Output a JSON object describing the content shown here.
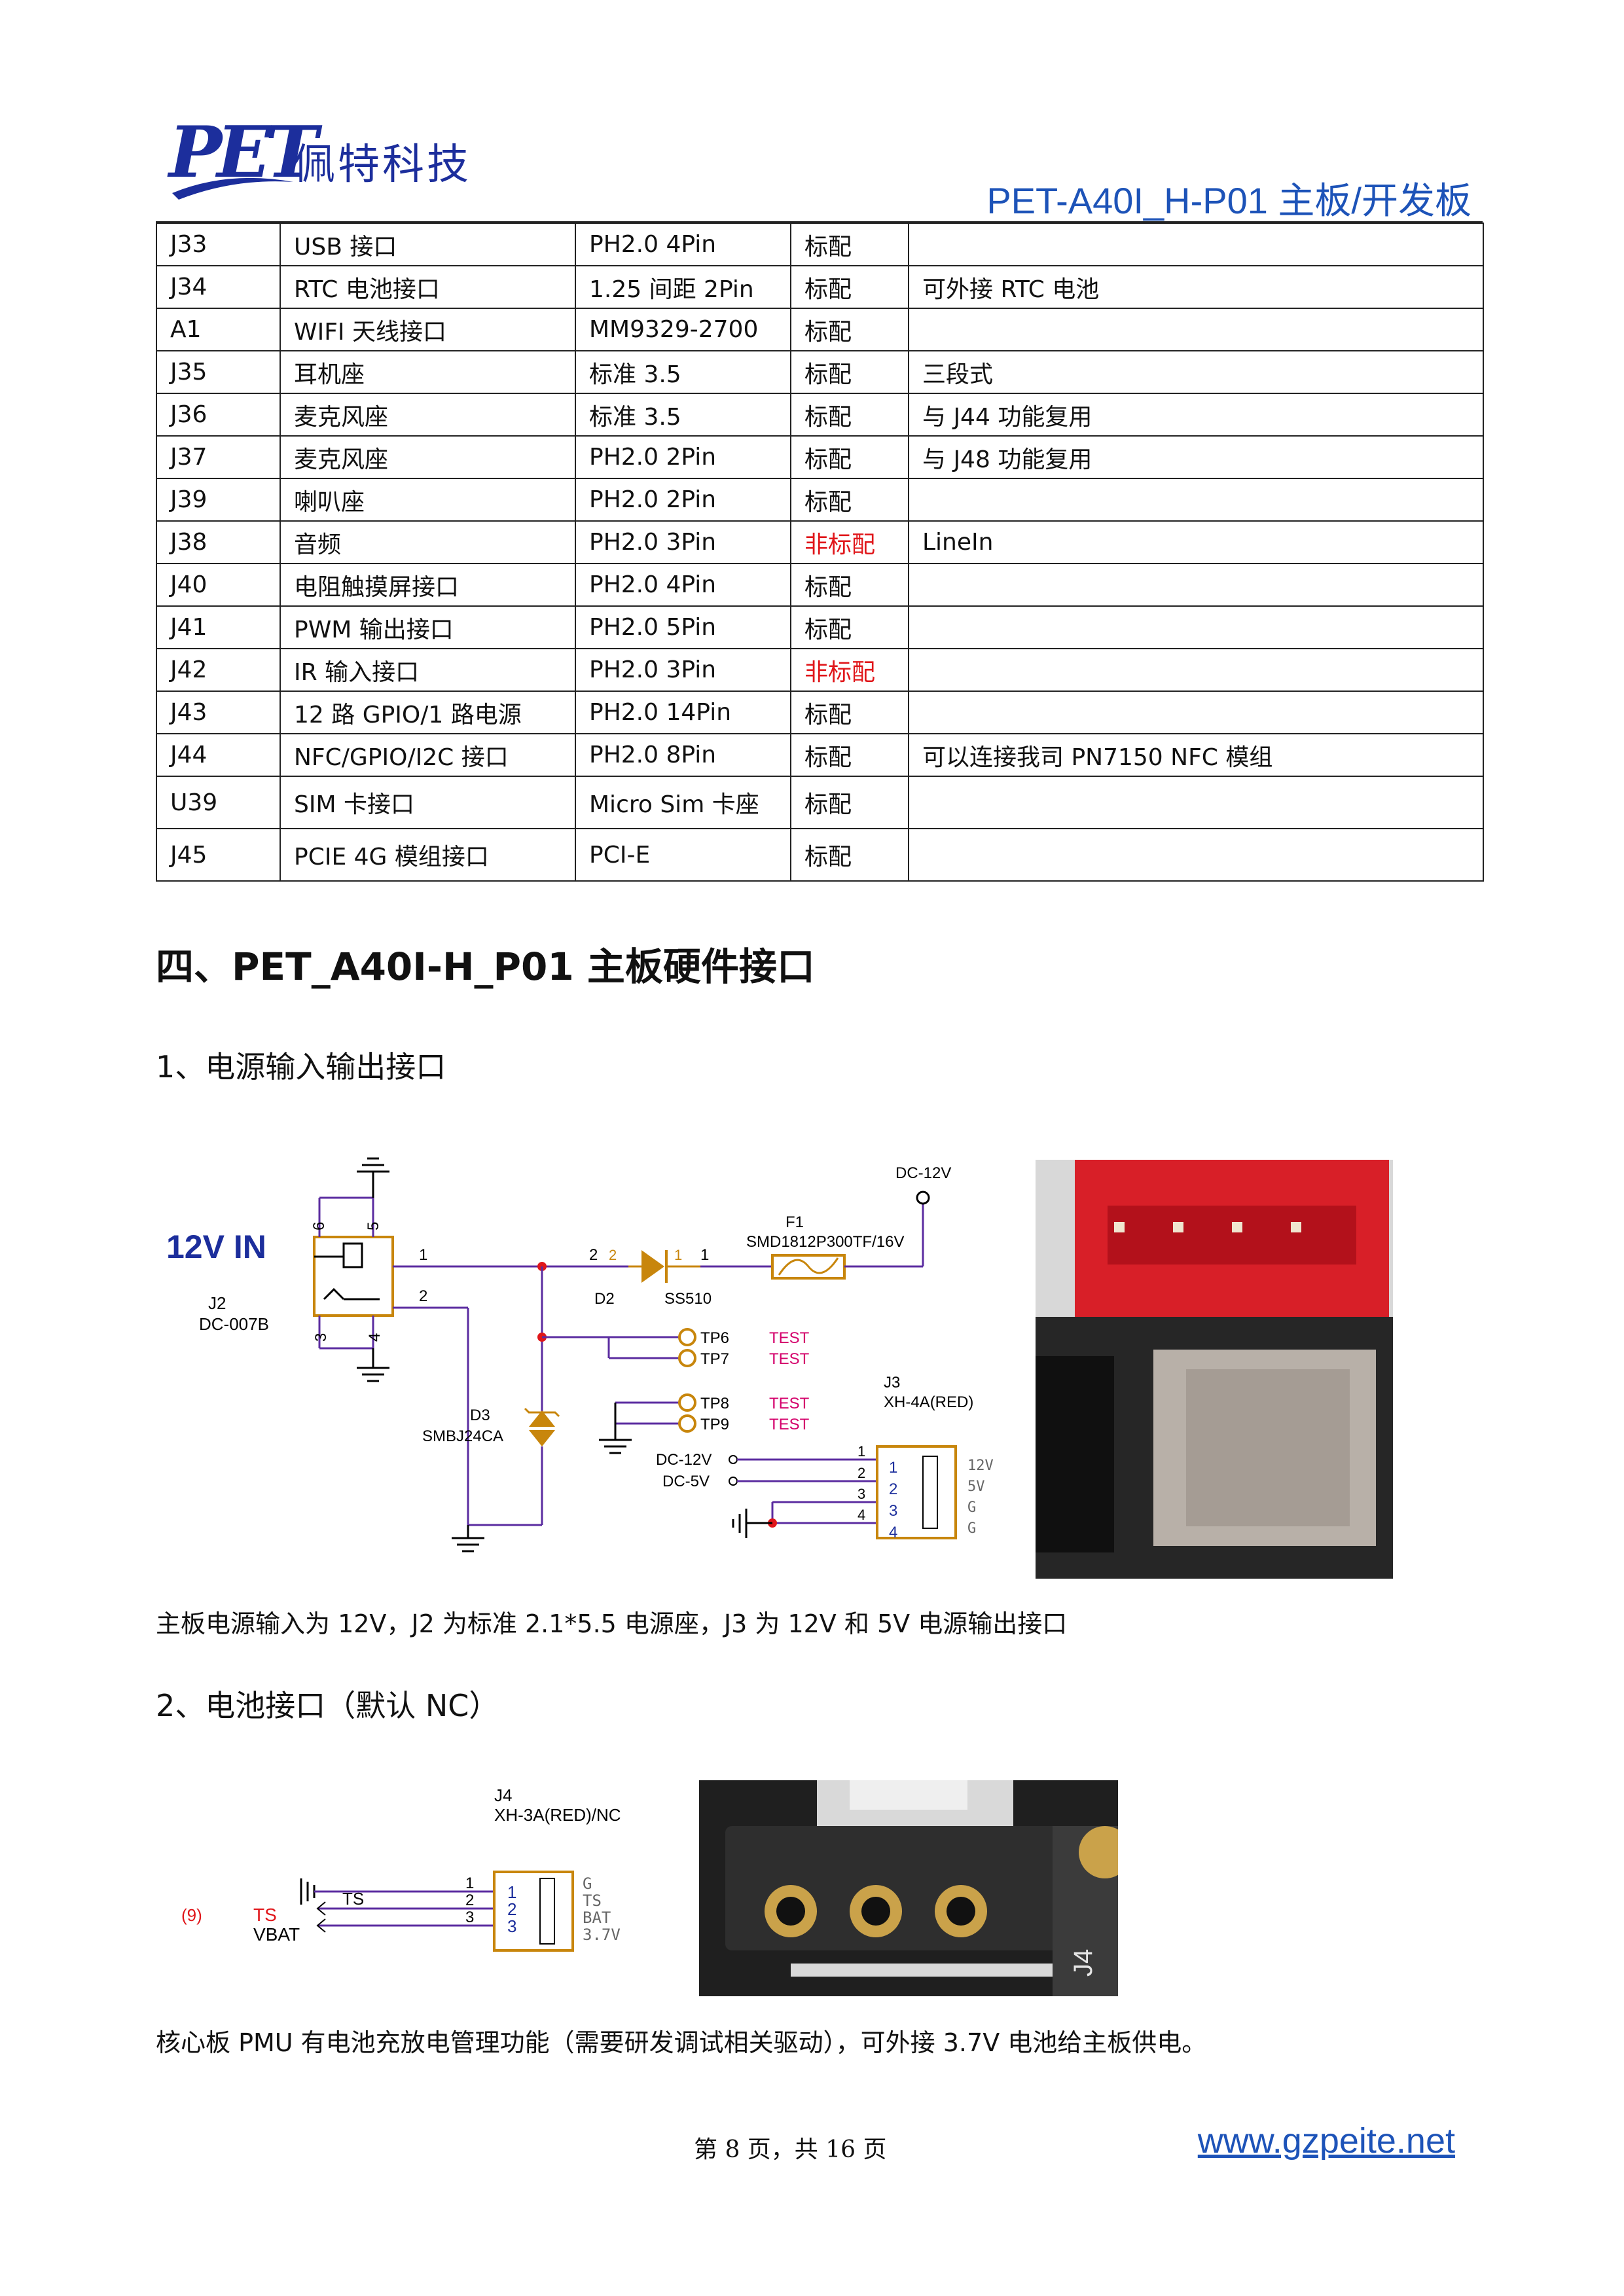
{
  "header": {
    "logo_text": "PET",
    "company": "佩特科技",
    "doc_title": "PET-A40I_H-P01 主板/开发板"
  },
  "table": {
    "rows": [
      {
        "id": "J33",
        "name": "USB 接口",
        "spec": "PH2.0 4Pin",
        "config": "标配",
        "note": "",
        "config_red": false
      },
      {
        "id": "J34",
        "name": "RTC 电池接口",
        "spec": "1.25 间距  2Pin",
        "config": "标配",
        "note": "可外接 RTC 电池",
        "config_red": false
      },
      {
        "id": "A1",
        "name": "WIFI 天线接口",
        "spec": "MM9329-2700",
        "config": "标配",
        "note": "",
        "config_red": false
      },
      {
        "id": "J35",
        "name": "耳机座",
        "spec": "标准 3.5",
        "config": "标配",
        "note": "三段式",
        "config_red": false
      },
      {
        "id": "J36",
        "name": "麦克风座",
        "spec": "标准 3.5",
        "config": "标配",
        "note": "与 J44 功能复用",
        "config_red": false
      },
      {
        "id": "J37",
        "name": "麦克风座",
        "spec": "PH2.0 2Pin",
        "config": "标配",
        "note": "与 J48 功能复用",
        "config_red": false
      },
      {
        "id": "J39",
        "name": "喇叭座",
        "spec": "PH2.0 2Pin",
        "config": "标配",
        "note": "",
        "config_red": false
      },
      {
        "id": "J38",
        "name": "音频",
        "spec": "PH2.0 3Pin",
        "config": "非标配",
        "note": "LineIn",
        "config_red": true
      },
      {
        "id": "J40",
        "name": "电阻触摸屏接口",
        "spec": "PH2.0 4Pin",
        "config": "标配",
        "note": "",
        "config_red": false
      },
      {
        "id": "J41",
        "name": "PWM 输出接口",
        "spec": "PH2.0 5Pin",
        "config": "标配",
        "note": "",
        "config_red": false
      },
      {
        "id": "J42",
        "name": "IR 输入接口",
        "spec": "PH2.0 3Pin",
        "config": "非标配",
        "note": "",
        "config_red": true
      },
      {
        "id": "J43",
        "name": "12 路 GPIO/1 路电源",
        "spec": "PH2.0 14Pin",
        "config": "标配",
        "note": "",
        "config_red": false
      },
      {
        "id": "J44",
        "name": "NFC/GPIO/I2C 接口",
        "spec": "PH2.0 8Pin",
        "config": "标配",
        "note": "可以连接我司 PN7150 NFC 模组",
        "config_red": false
      },
      {
        "id": "U39",
        "name": "SIM 卡接口",
        "spec": "Micro Sim 卡座",
        "config": "标配",
        "note": "",
        "config_red": false
      },
      {
        "id": "J45",
        "name": "PCIE 4G 模组接口",
        "spec": "PCI-E",
        "config": "标配",
        "note": "",
        "config_red": false
      }
    ]
  },
  "section4": {
    "heading": "四、PET_A40I-H_P01 主板硬件接口",
    "sub1": "1、电源输入输出接口",
    "para1": "主板电源输入为 12V，J2 为标准 2.1*5.5 电源座，J3 为 12V 和 5V 电源输出接口",
    "sub2": "2、电池接口（默认 NC）",
    "para2": "核心板 PMU 有电池充放电管理功能（需要研发调试相关驱动），可外接 3.7V 电池给主板供电。"
  },
  "schematic1": {
    "title": "12V IN",
    "j2_ref": "J2",
    "j2_part": "DC-007B",
    "pin6": "6",
    "pin5": "5",
    "pin1": "1",
    "pin2": "2",
    "pin3": "3",
    "pin4": "4",
    "d2_ref": "D2",
    "d2_part": "SS510",
    "d2_pin2": "2",
    "d2_pin2b": "2",
    "d2_pin1": "1",
    "d2_pin1b": "1",
    "f1_ref": "F1",
    "f1_part": "SMD1812P300TF/16V",
    "dc12v_top": "DC-12V",
    "tp6": "TP6",
    "tp7": "TP7",
    "tp8": "TP8",
    "tp9": "TP9",
    "test": "TEST",
    "d3_ref": "D3",
    "d3_part": "SMBJ24CA",
    "j3_ref": "J3",
    "j3_part": "XH-4A(RED)",
    "net_dc12v": "DC-12V",
    "net_dc5v": "DC-5V",
    "j3_pins": [
      "1",
      "2",
      "3",
      "4"
    ],
    "j3_labels": [
      "12V",
      "5V",
      "G",
      "G"
    ]
  },
  "schematic2": {
    "j4_ref": "J4",
    "j4_part": "XH-3A(RED)/NC",
    "ref9": "(9)",
    "ts": "TS",
    "vbat": "VBAT",
    "net_ts": "TS",
    "pins": [
      "1",
      "2",
      "3"
    ],
    "labels": [
      "G",
      "TS",
      "BAT",
      "3.7V"
    ],
    "board_silk": "J4"
  },
  "footer": {
    "page": "第 8 页，共 16 页",
    "url": "www.gzpeite.net"
  },
  "colors": {
    "brand_blue": "#1c2e9c",
    "link_blue": "#1d53b8",
    "wire_purple": "#5b2ca0",
    "part_orange": "#c8860c",
    "net_red": "#d4006b",
    "highlight_red": "#e0161a"
  }
}
